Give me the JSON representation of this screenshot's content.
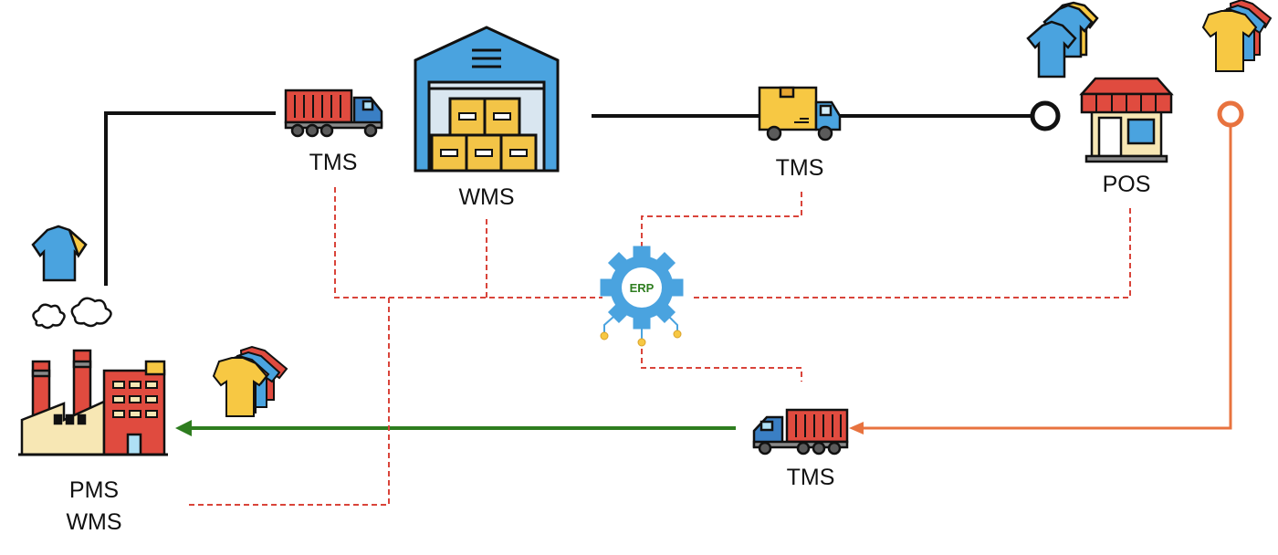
{
  "labels": {
    "factory_line1": "PMS",
    "factory_line2": "WMS",
    "tms_top": "TMS",
    "wms": "WMS",
    "tms_mid": "TMS",
    "pos": "POS",
    "tms_bottom": "TMS",
    "erp": "ERP"
  },
  "nodes": [
    {
      "id": "factory",
      "icon": "factory-icon"
    },
    {
      "id": "tms-top",
      "icon": "container-truck-icon"
    },
    {
      "id": "warehouse",
      "icon": "warehouse-icon"
    },
    {
      "id": "tms-mid",
      "icon": "delivery-truck-icon"
    },
    {
      "id": "store",
      "icon": "store-icon"
    },
    {
      "id": "tms-bottom",
      "icon": "container-truck-icon"
    },
    {
      "id": "erp",
      "icon": "gear-icon"
    }
  ],
  "colors": {
    "main_flow": "#111111",
    "erp_link": "#d9443a",
    "return_flow": "#e8733f",
    "factory_return": "#2e7d1f",
    "shirt_blue": "#4aa3df",
    "shirt_yellow": "#f7c843",
    "gear": "#4aa3df",
    "truck_container": "#e04b3f",
    "building_red": "#e04b3f",
    "warehouse_blue": "#4aa3df",
    "box_yellow": "#f3c447"
  }
}
